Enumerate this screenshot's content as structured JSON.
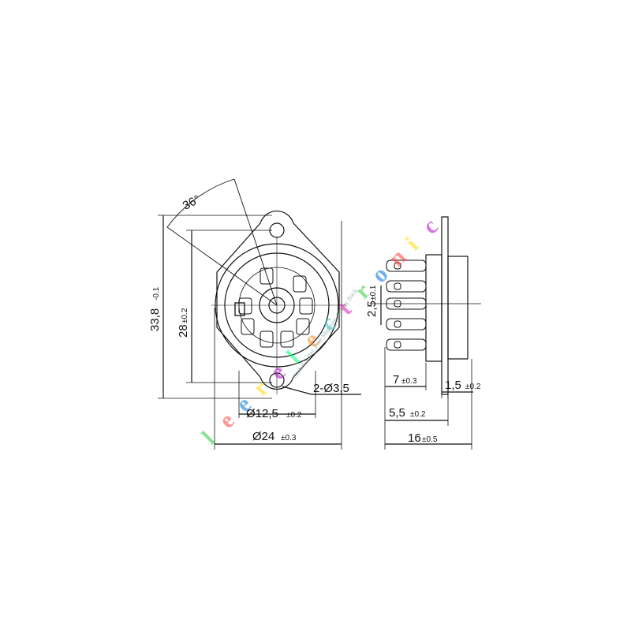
{
  "watermark": {
    "letters": [
      "l",
      "e",
      "e",
      "r",
      "e",
      "l",
      "e",
      "c",
      "t",
      "r",
      "o",
      "n",
      "i",
      "c"
    ],
    "colors": [
      "#2ecc40",
      "#ff4136",
      "#0074d9",
      "#ffdc00",
      "#b10dc9",
      "#01ff70",
      "#ff851b",
      "#39cccc",
      "#f012be",
      "#2ecc40",
      "#0074d9",
      "#ff4136",
      "#ffdc00",
      "#b10dc9"
    ],
    "subtitle": "Global Seller, Free Shipping, Money Back"
  },
  "dims": {
    "angle": "36°",
    "height_main": "33,8",
    "height_main_tol": "-0.1",
    "height_inner": "28",
    "height_inner_tol": "±0.2",
    "holes": "2-Ø3,5",
    "inner_dia": "Ø12,5",
    "inner_dia_tol": "±0.2",
    "outer_dia": "Ø24",
    "outer_dia_tol": "±0.3",
    "pin_offset": "2,5",
    "pin_offset_tol": "±0.1",
    "pin_len": "7",
    "pin_len_tol": "±0.3",
    "flange": "1,5",
    "flange_tol": "±0.2",
    "body": "5,5",
    "body_tol": "±0.2",
    "total": "16",
    "total_tol": "±0.5"
  }
}
